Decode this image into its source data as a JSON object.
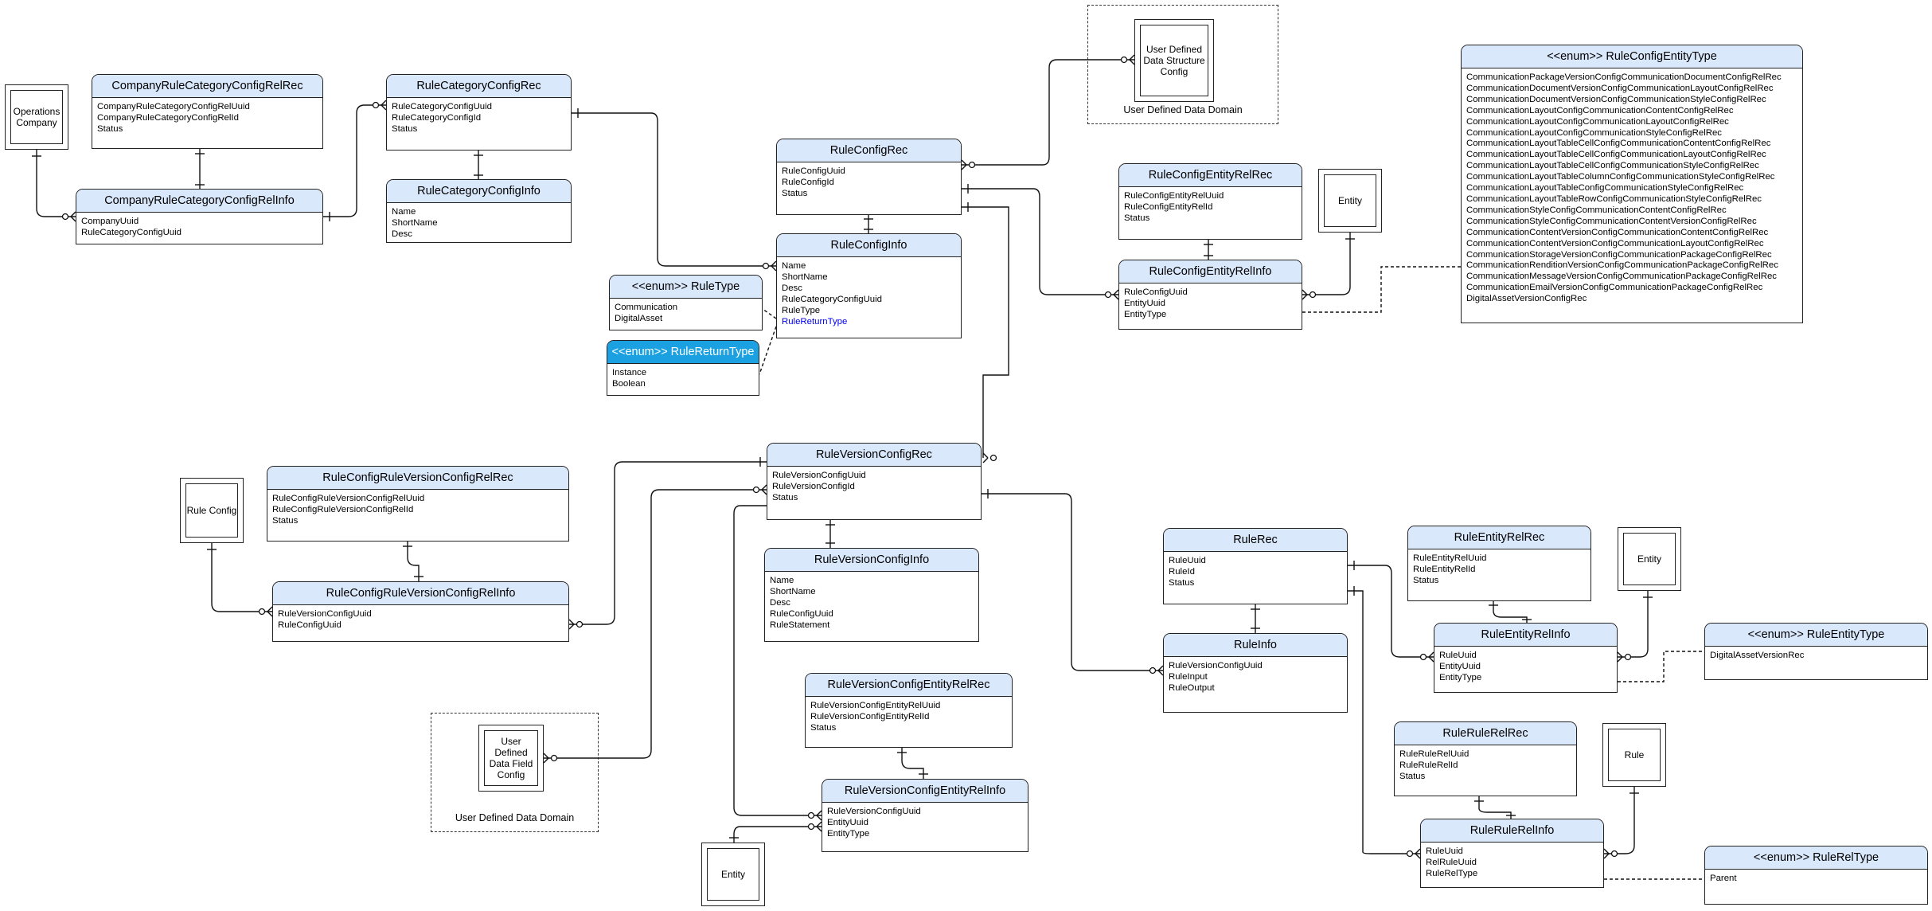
{
  "tables": {
    "company_rule_category_config_rel_rec": {
      "title": "CompanyRuleCategoryConfigRelRec",
      "fields": [
        "CompanyRuleCategoryConfigRelUuid",
        "CompanyRuleCategoryConfigRelId",
        "Status"
      ]
    },
    "company_rule_category_config_rel_info": {
      "title": "CompanyRuleCategoryConfigRelInfo",
      "fields": [
        "CompanyUuid",
        "RuleCategoryConfigUuid"
      ]
    },
    "rule_category_config_rec": {
      "title": "RuleCategoryConfigRec",
      "fields": [
        "RuleCategoryConfigUuid",
        "RuleCategoryConfigId",
        "Status"
      ]
    },
    "rule_category_config_info": {
      "title": "RuleCategoryConfigInfo",
      "fields": [
        "Name",
        "ShortName",
        "Desc"
      ]
    },
    "rule_config_rec": {
      "title": "RuleConfigRec",
      "fields": [
        "RuleConfigUuid",
        "RuleConfigId",
        "Status"
      ]
    },
    "rule_config_info": {
      "title": "RuleConfigInfo",
      "fields": [
        "Name",
        "ShortName",
        "Desc",
        "RuleCategoryConfigUuid",
        "RuleType",
        "RuleReturnType"
      ]
    },
    "rule_config_entity_rel_rec": {
      "title": "RuleConfigEntityRelRec",
      "fields": [
        "RuleConfigEntityRelUuid",
        "RuleConfigEntityRelId",
        "Status"
      ]
    },
    "rule_config_entity_rel_info": {
      "title": "RuleConfigEntityRelInfo",
      "fields": [
        "RuleConfigUuid",
        "EntityUuid",
        "EntityType"
      ]
    },
    "rule_config_rule_version_config_rel_rec": {
      "title": "RuleConfigRuleVersionConfigRelRec",
      "fields": [
        "RuleConfigRuleVersionConfigRelUuid",
        "RuleConfigRuleVersionConfigRelId",
        "Status"
      ]
    },
    "rule_config_rule_version_config_rel_info": {
      "title": "RuleConfigRuleVersionConfigRelInfo",
      "fields": [
        "RuleVersionConfigUuid",
        "RuleConfigUuid"
      ]
    },
    "rule_version_config_rec": {
      "title": "RuleVersionConfigRec",
      "fields": [
        "RuleVersionConfigUuid",
        "RuleVersionConfigId",
        "Status"
      ]
    },
    "rule_version_config_info": {
      "title": "RuleVersionConfigInfo",
      "fields": [
        "Name",
        "ShortName",
        "Desc",
        "RuleConfigUuid",
        "RuleStatement"
      ]
    },
    "rule_version_config_entity_rel_rec": {
      "title": "RuleVersionConfigEntityRelRec",
      "fields": [
        "RuleVersionConfigEntityRelUuid",
        "RuleVersionConfigEntityRelId",
        "Status"
      ]
    },
    "rule_version_config_entity_rel_info": {
      "title": "RuleVersionConfigEntityRelInfo",
      "fields": [
        "RuleVersionConfigUuid",
        "EntityUuid",
        "EntityType"
      ]
    },
    "rule_rec": {
      "title": "RuleRec",
      "fields": [
        "RuleUuid",
        "RuleId",
        "Status"
      ]
    },
    "rule_info": {
      "title": "RuleInfo",
      "fields": [
        "RuleVersionConfigUuid",
        "RuleInput",
        "RuleOutput"
      ]
    },
    "rule_entity_rel_rec": {
      "title": "RuleEntityRelRec",
      "fields": [
        "RuleEntityRelUuid",
        "RuleEntityRelId",
        "Status"
      ]
    },
    "rule_entity_rel_info": {
      "title": "RuleEntityRelInfo",
      "fields": [
        "RuleUuid",
        "EntityUuid",
        "EntityType"
      ]
    },
    "rule_rule_rel_rec": {
      "title": "RuleRuleRelRec",
      "fields": [
        "RuleRuleRelUuid",
        "RuleRuleRelId",
        "Status"
      ]
    },
    "rule_rule_rel_info": {
      "title": "RuleRuleRelInfo",
      "fields": [
        "RuleUuid",
        "RelRuleUuid",
        "RuleRelType"
      ]
    }
  },
  "enums": {
    "rule_type": {
      "title": "<<enum>> RuleType",
      "values": [
        "Communication",
        "DigitalAsset"
      ]
    },
    "rule_return_type": {
      "title": "<<enum>> RuleReturnType",
      "values": [
        "Instance",
        "Boolean"
      ]
    },
    "rule_config_entity_type": {
      "title": "<<enum>> RuleConfigEntityType",
      "values": [
        "CommunicationPackageVersionConfigCommunicationDocumentConfigRelRec",
        "CommunicationDocumentVersionConfigCommunicationLayoutConfigRelRec",
        "CommunicationDocumentVersionConfigCommunicationStyleConfigRelRec",
        "CommunicationLayoutConfigCommunicationContentConfigRelRec",
        "CommunicationLayoutConfigCommunicationLayoutConfigRelRec",
        "CommunicationLayoutConfigCommunicationStyleConfigRelRec",
        "CommunicationLayoutTableCellConfigCommunicationContentConfigRelRec",
        "CommunicationLayoutTableCellConfigCommunicationLayoutConfigRelRec",
        "CommunicationLayoutTableCellConfigCommunicationStyleConfigRelRec",
        "CommunicationLayoutTableColumnConfigCommunicationStyleConfigRelRec",
        "CommunicationLayoutTableConfigCommunicationStyleConfigRelRec",
        "CommunicationLayoutTableRowConfigCommunicationStyleConfigRelRec",
        "CommunicationStyleConfigCommunicationContentConfigRelRec",
        "CommunicationStyleConfigCommunicationContentVersionConfigRelRec",
        "CommunicationContentVersionConfigCommunicationContentConfigRelRec",
        "CommunicationContentVersionConfigCommunicationLayoutConfigRelRec",
        "CommunicationStorageVersionConfigCommunicationPackageConfigRelRec",
        "CommunicationRenditionVersionConfigCommunicationPackageConfigRelRec",
        "CommunicationMessageVersionConfigCommunicationPackageConfigRelRec",
        "CommunicationEmailVersionConfigCommunicationPackageConfigRelRec",
        "DigitalAssetVersionConfigRec"
      ]
    },
    "rule_entity_type": {
      "title": "<<enum>> RuleEntityType",
      "values": [
        "DigitalAssetVersionRec"
      ]
    },
    "rule_rel_type": {
      "title": "<<enum>> RuleRelType",
      "values": [
        "Parent"
      ]
    }
  },
  "entities": {
    "operations_company": {
      "label": "Operations Company"
    },
    "user_defined_data_structure_config": {
      "label": "User Defined Data Structure Config"
    },
    "entity_top": {
      "label": "Entity"
    },
    "rule_config": {
      "label": "Rule Config"
    },
    "user_defined_data_field_config": {
      "label": "User Defined Data Field Config"
    },
    "entity_bottom": {
      "label": "Entity"
    },
    "entity_right": {
      "label": "Entity"
    },
    "rule": {
      "label": "Rule"
    }
  },
  "domains": {
    "top": {
      "label": "User Defined Data Domain"
    },
    "bottom": {
      "label": "User Defined Data Domain"
    }
  }
}
